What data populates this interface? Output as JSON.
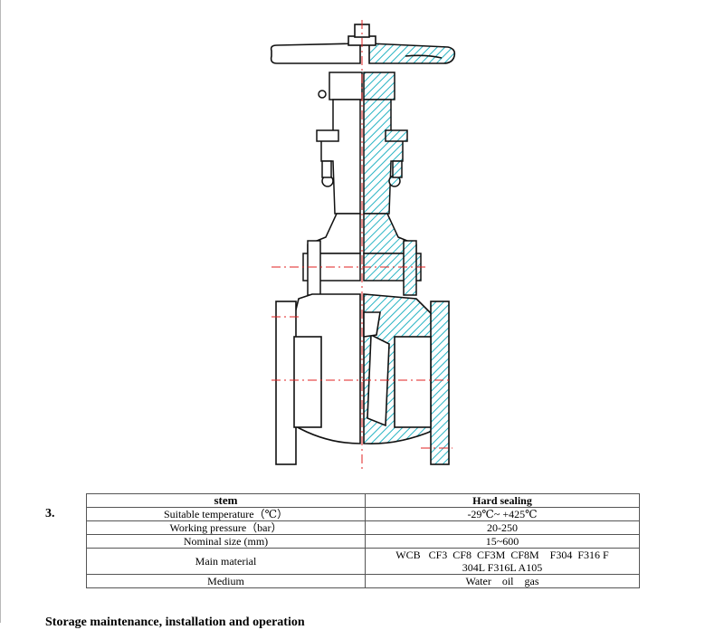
{
  "figure": {
    "colors": {
      "outline": "#111111",
      "hatch": "#29b4c4",
      "centerline": "#e02020"
    }
  },
  "section": {
    "number": "3."
  },
  "spec_table": {
    "header": {
      "left": "stem",
      "right": "Hard sealing"
    },
    "rows": [
      {
        "label": "Suitable temperature（℃）",
        "value": "-29℃~ +425℃"
      },
      {
        "label": "Working pressure（bar）",
        "value": "20-250"
      },
      {
        "label": "Nominal size (mm)",
        "value": "15~600"
      },
      {
        "label": "Main material",
        "value_line1": "WCB   CF3  CF8  CF3M  CF8M    F304  F316 F",
        "value_line2": "304L  F316L A105"
      },
      {
        "label": "Medium",
        "value": "Water    oil    gas"
      }
    ]
  },
  "bottom_heading": {
    "text": "Storage maintenance, installation and operation"
  }
}
